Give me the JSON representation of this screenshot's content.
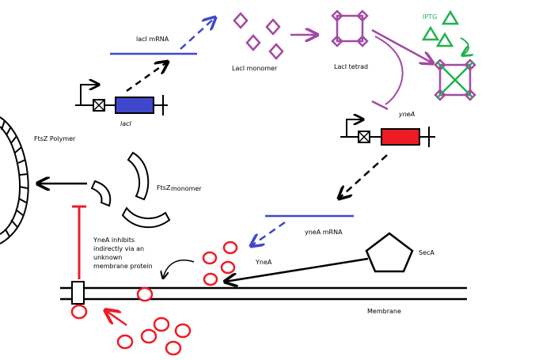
{
  "labels": {
    "laci_mrna": "lacI mRNA",
    "laci_monomer": "LacI monomer",
    "laci_tetrad": "LacI tetrad",
    "iptg": "IPTG",
    "laci_gene": "lacI",
    "ynea_gene": "yneA",
    "ftsz_polymer": "FtsZ Polymer",
    "ftsz_monomer_1": "FtsZ",
    "ftsz_monomer_2": "monomer",
    "ynea_mrna": "yneA mRNA",
    "ynea": "YneA",
    "seca": "SecA",
    "membrane": "Membrane",
    "inhibit_note": [
      "YneA inhibits",
      "indirectly via an",
      "unknown",
      "membrane protein"
    ]
  },
  "colors": {
    "laci_blue": "#3f48cc",
    "laci_purple": "#a349a4",
    "iptg_green": "#22b14c",
    "ynea_red": "#ed1c24",
    "ink": "#000000"
  }
}
